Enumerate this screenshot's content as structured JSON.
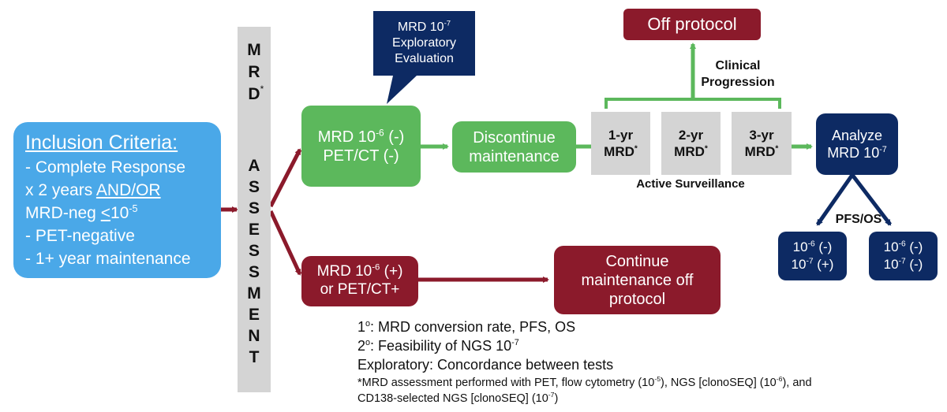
{
  "inclusion": {
    "title": "Inclusion Criteria:",
    "line1": "- Complete Response",
    "line2_prefix": "x 2 years ",
    "line2_underline": "AND/OR",
    "line3_prefix": "MRD-neg ",
    "line3_underline": "<",
    "line3_base": "10",
    "line3_exp": "-5",
    "line4": "- PET-negative",
    "line5": "- 1+ year maintenance"
  },
  "mrd_assessment": {
    "top_letters": [
      "M",
      "R",
      "D"
    ],
    "asterisk": "*",
    "bottom_letters": [
      "A",
      "S",
      "S",
      "E",
      "S",
      "S",
      "M",
      "E",
      "N",
      "T"
    ]
  },
  "exploratory": {
    "line1_base": "MRD 10",
    "line1_exp": "-7",
    "line2": "Exploratory",
    "line3": "Evaluation"
  },
  "mrd_negative": {
    "line1_base": "MRD 10",
    "line1_exp": "-6",
    "line1_suffix": " (-)",
    "line2": "PET/CT (-)"
  },
  "mrd_positive": {
    "line1_base": "MRD 10",
    "line1_exp": "-6",
    "line1_suffix": " (+)",
    "line2": "or PET/CT+"
  },
  "discontinue": {
    "line1": "Discontinue",
    "line2": "maintenance"
  },
  "continue_box": {
    "line1": "Continue",
    "line2": "maintenance off",
    "line3": "protocol"
  },
  "off_protocol": "Off protocol",
  "clinical_progression": {
    "line1": "Clinical",
    "line2": "Progression"
  },
  "surveillance": [
    {
      "line1": "1-yr",
      "line2": "MRD",
      "asterisk": "*"
    },
    {
      "line1": "2-yr",
      "line2": "MRD",
      "asterisk": "*"
    },
    {
      "line1": "3-yr",
      "line2": "MRD",
      "asterisk": "*"
    }
  ],
  "active_surveillance": "Active Surveillance",
  "analyze": {
    "line1": "Analyze",
    "line2_base": "MRD 10",
    "line2_exp": "-7"
  },
  "pfs_os": "PFS/OS",
  "outcome_left": {
    "a_base": "10",
    "a_exp": "-6",
    "a_suffix": " (-)",
    "b_base": "10",
    "b_exp": "-7",
    "b_suffix": " (+)"
  },
  "outcome_right": {
    "a_base": "10",
    "a_exp": "-6",
    "a_suffix": " (-)",
    "b_base": "10",
    "b_exp": "-7",
    "b_suffix": " (-)"
  },
  "notes": {
    "primary_num": "1",
    "primary_sup": "o",
    "primary_text": ": MRD conversion rate, PFS, OS",
    "secondary_num": "2",
    "secondary_sup": "o",
    "secondary_text": ": Feasibility of NGS 10",
    "secondary_exp": "-7",
    "exploratory": "Exploratory: Concordance between tests",
    "footnote_a": "*MRD assessment performed with PET, flow cytometry (10",
    "footnote_a_exp1": "-5",
    "footnote_b": "), NGS [clonoSEQ] (10",
    "footnote_b_exp": "-6",
    "footnote_c": "), and",
    "footnote2_a": "CD138-selected NGS [clonoSEQ] (10",
    "footnote2_exp": "-7",
    "footnote2_b": ")"
  },
  "colors": {
    "blue": "#4aa8e8",
    "green": "#5cb85c",
    "maroon": "#8b1a2b",
    "navy": "#0d2a63",
    "grey": "#d4d4d4"
  }
}
